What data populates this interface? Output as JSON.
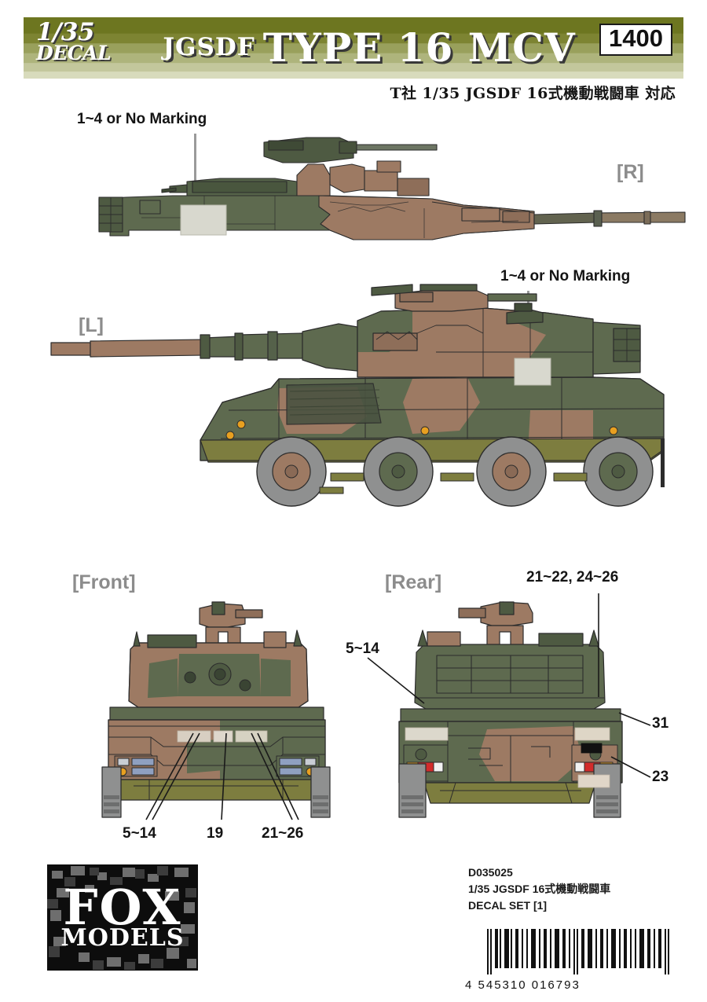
{
  "header": {
    "scale_line1": "1/35",
    "scale_line2": "DECAL",
    "title_small": "JGSDF",
    "title_big": "TYPE 16 MCV",
    "item_number": "1400",
    "subtitle": "T社 1/35 JGSDF 16式機動戦闘車 対応",
    "accent_dark": "#6d7620",
    "accent_light": "#d8dbbc"
  },
  "views": {
    "right_label": "[R]",
    "left_label": "[L]",
    "front_label": "[Front]",
    "rear_label": "[Rear]"
  },
  "callouts": {
    "top_marking": "1~4 or No Marking",
    "mid_marking": "1~4 or No Marking",
    "front_left": "5~14",
    "front_center": "19",
    "front_right": "21~26",
    "rear_left": "5~14",
    "rear_top": "21~22, 24~26",
    "rear_31": "31",
    "rear_23": "23"
  },
  "footer": {
    "logo_line1": "FOX",
    "logo_line2": "MODELS",
    "product_code": "D035025",
    "product_name": "1/35 JGSDF 16式機動戦闘車",
    "product_set": "DECAL SET [1]",
    "barcode_digits": "4  545310  016793"
  },
  "colors": {
    "camo_green": "#5e6a4f",
    "camo_brown": "#9d7a63",
    "camo_olive": "#7d7d3f",
    "tire_gray": "#8f9090",
    "decal_patch": "#d8d8ce",
    "outline": "#2c2c2c"
  }
}
